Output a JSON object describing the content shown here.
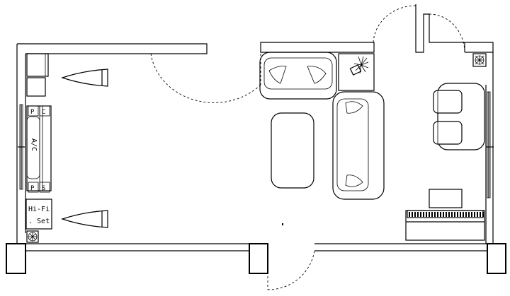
{
  "labels": {
    "ac": "A/C",
    "hifi_line1": "Hi-Fi",
    "hifi_line2": ". Set",
    "p_top": "P",
    "c_top": "C",
    "p_bottom": "P",
    "s_bottom": "S"
  },
  "colors": {
    "line": "#000000",
    "background": "#ffffff"
  },
  "icons": [
    "fan-icon",
    "plant-icon"
  ]
}
